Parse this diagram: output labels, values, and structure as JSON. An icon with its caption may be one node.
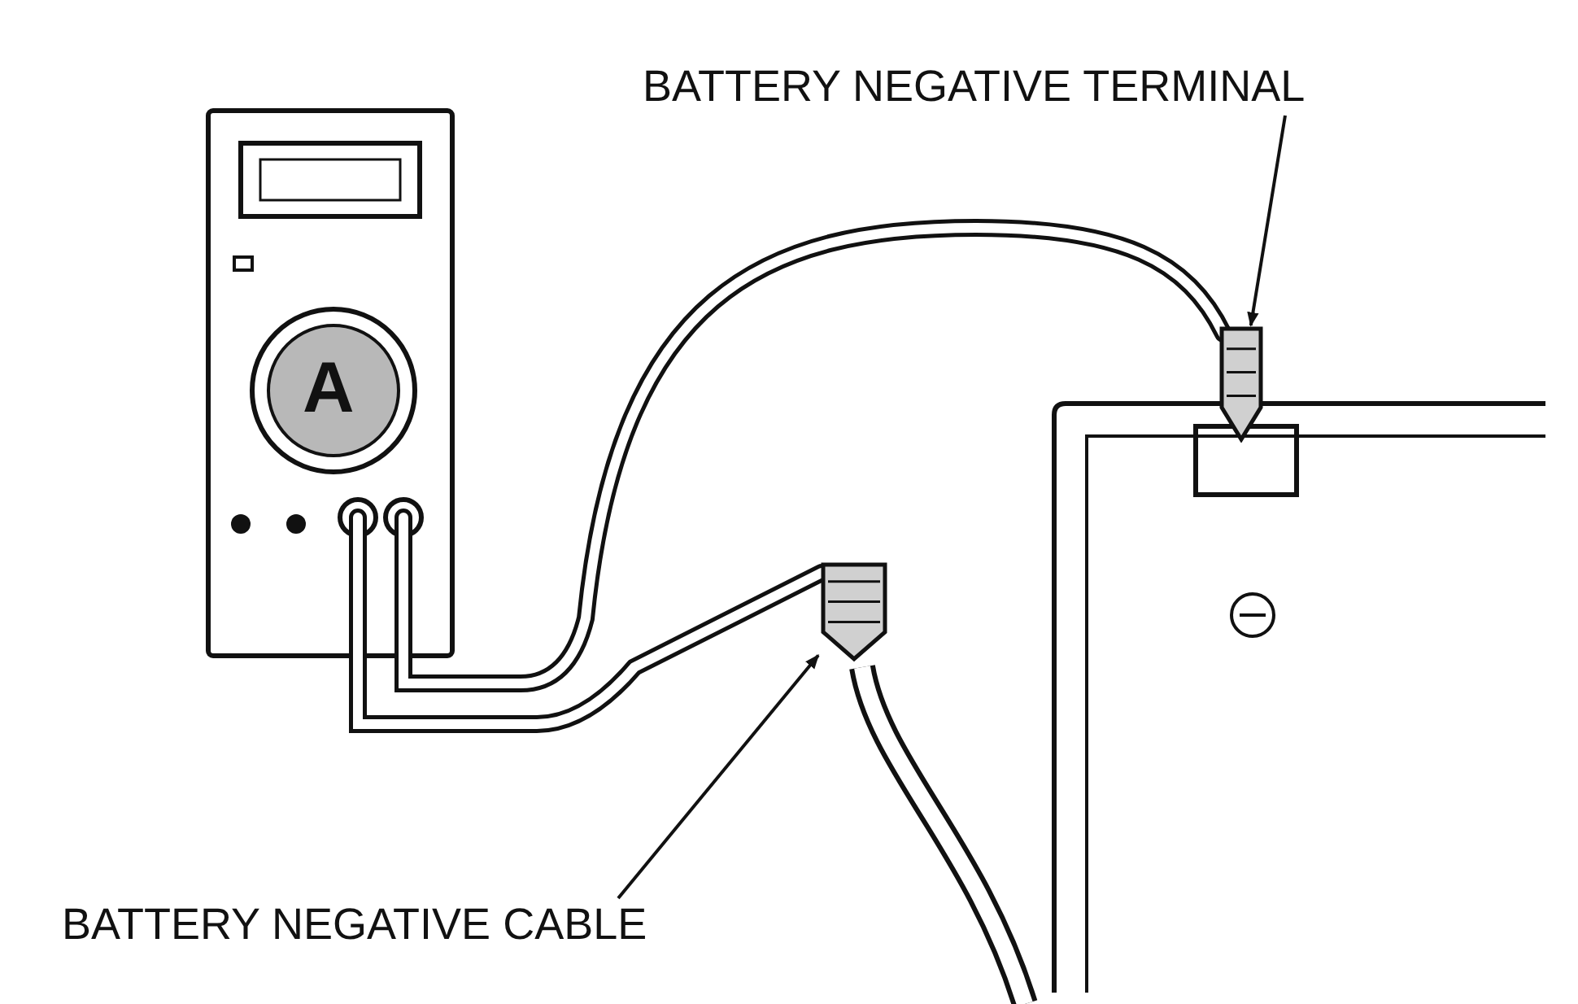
{
  "diagram": {
    "nodes": [
      {
        "text": [
          "BATTERY NEGATIVE TERMINAL"
        ]
      },
      {
        "text": [],
        "shape": "picture"
      },
      {
        "text": [
          "BATTERY NEGATIVE CABLE"
        ]
      },
      {
        "text": [],
        "shape": "picture"
      }
    ],
    "edges": [
      {
        "from": 0,
        "to": 1,
        "arrow": "to"
      },
      {
        "from": 2,
        "to": 3,
        "arrow": "to"
      }
    ],
    "labels": [
      "A"
    ]
  }
}
